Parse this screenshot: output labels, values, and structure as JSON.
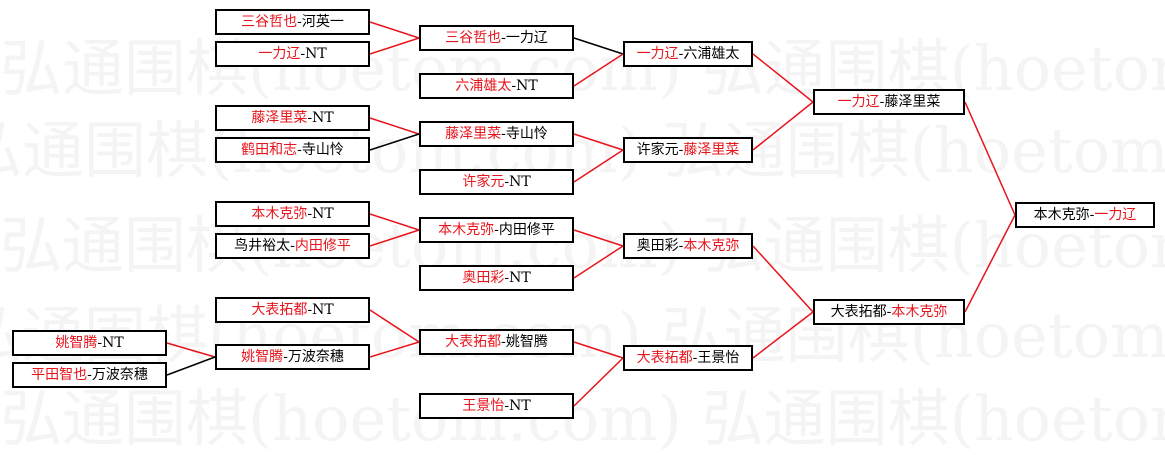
{
  "watermark": "弘通围棋(hoetom.com)",
  "colors": {
    "winner": "#e8141c",
    "loser": "#000000",
    "winner_line": "#e8141c",
    "loser_line": "#000000",
    "box_border": "#000000",
    "watermark": "#f4f4f4"
  },
  "matches": {
    "r1_1": {
      "p1": "三谷哲也",
      "p2": "河英一",
      "winner": 1
    },
    "r1_2": {
      "p1": "一力辽",
      "p2": "NT",
      "winner": 1
    },
    "r1_3": {
      "p1": "藤泽里菜",
      "p2": "NT",
      "winner": 1
    },
    "r1_4": {
      "p1": "鹤田和志",
      "p2": "寺山怜",
      "winner": 1
    },
    "r1_5": {
      "p1": "本木克弥",
      "p2": "NT",
      "winner": 1
    },
    "r1_6": {
      "p1": "鸟井裕太",
      "p2": "内田修平",
      "winner": 2
    },
    "r1_7": {
      "p1": "大表拓都",
      "p2": "NT",
      "winner": 1
    },
    "r1_8": {
      "p1": "姚智腾",
      "p2": "NT",
      "winner": 1
    },
    "r1_9": {
      "p1": "平田智也",
      "p2": "万波奈穗",
      "winner": 1
    },
    "r2_1": {
      "p1": "三谷哲也",
      "p2": "一力辽",
      "winner": 1
    },
    "r2_2": {
      "p1": "六浦雄太",
      "p2": "NT",
      "winner": 1
    },
    "r2_3": {
      "p1": "藤泽里菜",
      "p2": "寺山怜",
      "winner": 1
    },
    "r2_4": {
      "p1": "许家元",
      "p2": "NT",
      "winner": 1
    },
    "r2_5": {
      "p1": "本木克弥",
      "p2": "内田修平",
      "winner": 1
    },
    "r2_6": {
      "p1": "奥田彩",
      "p2": "NT",
      "winner": 1
    },
    "r2_7": {
      "p1": "大表拓都",
      "p2": "NT",
      "winner": 1
    },
    "r2_8": {
      "p1": "姚智腾",
      "p2": "万波奈穗",
      "winner": 1
    },
    "r2_9": {
      "p1": "王景怡",
      "p2": "NT",
      "winner": 1
    },
    "r3_1": {
      "p1": "一力辽",
      "p2": "六浦雄太",
      "winner": 1
    },
    "r3_2": {
      "p1": "许家元",
      "p2": "藤泽里菜",
      "winner": 2
    },
    "r3_3": {
      "p1": "奥田彩",
      "p2": "本木克弥",
      "winner": 2
    },
    "r3_4": {
      "p1": "大表拓都",
      "p2": "姚智腾",
      "winner": 1
    },
    "r3_5": {
      "p1": "大表拓都",
      "p2": "王景怡",
      "winner": 1
    },
    "r4_1": {
      "p1": "一力辽",
      "p2": "藤泽里菜",
      "winner": 1
    },
    "r4_2": {
      "p1": "大表拓都",
      "p2": "本木克弥",
      "winner": 2
    },
    "final": {
      "p1": "本木克弥",
      "p2": "一力辽",
      "winner": 2
    }
  }
}
